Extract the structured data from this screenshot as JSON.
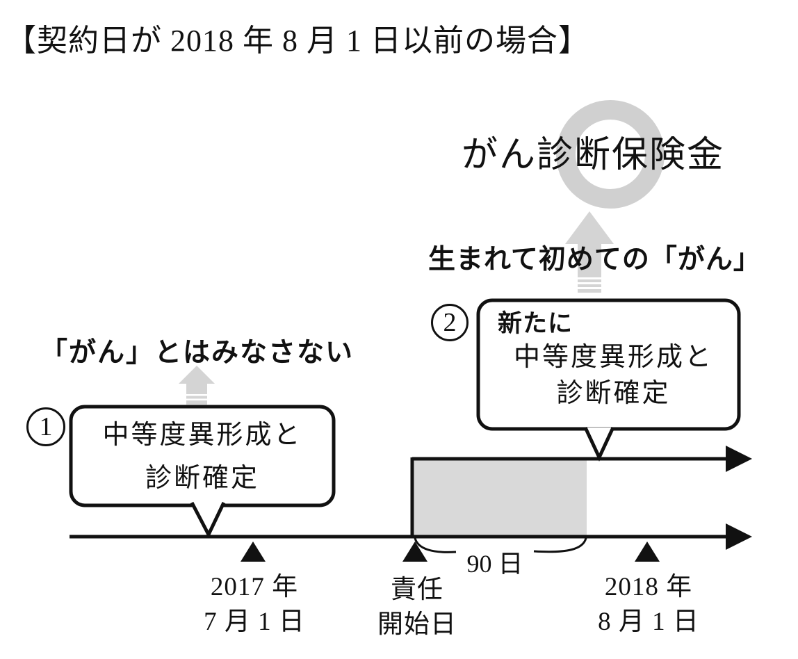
{
  "title": "【契約日が 2018 年 8 月 1 日以前の場合】",
  "benefit_label": "がん診断保険金",
  "first_cancer_label": "生まれて初めての「がん」",
  "not_considered_label": "「がん」とはみなさない",
  "callout1": {
    "number": "1",
    "lines": [
      "中等度異形成と",
      "診断確定"
    ]
  },
  "callout2": {
    "number": "2",
    "intro": "新たに",
    "lines": [
      "中等度異形成と",
      "診断確定"
    ]
  },
  "timeline": {
    "period_label": "90 日",
    "markers": [
      {
        "line1": "2017 年",
        "line2": "7 月 1 日"
      },
      {
        "line1": "責任",
        "line2": "開始日"
      },
      {
        "line1": "2018 年",
        "line2": "8 月 1 日"
      }
    ]
  },
  "colors": {
    "shape_gray": "#d4d4d4",
    "box_gray": "#d9d9d9",
    "ring_gray": "#d0d0d0",
    "ink": "#111111"
  }
}
